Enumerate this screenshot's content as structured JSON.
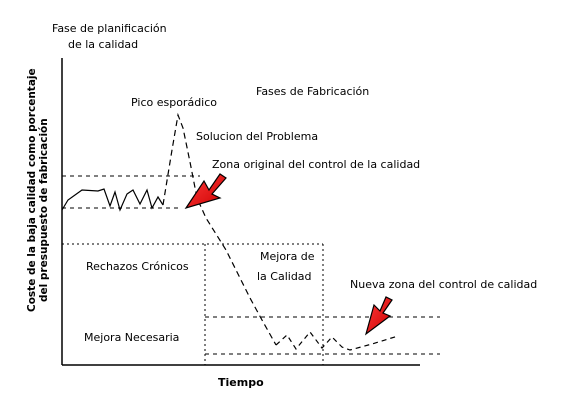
{
  "labels": {
    "planning_phase_line1": "Fase de planificación",
    "planning_phase_line2": "de la calidad",
    "manufacturing_phases": "Fases de Fabricación",
    "sporadic_peak": "Pico esporádico",
    "problem_solution": "Solucion del Problema",
    "original_zone": "Zona original del control de la calidad",
    "chronic_rejects": "Rechazos Crónicos",
    "quality_improvement_line1": "Mejora de",
    "quality_improvement_line2": "la Calidad",
    "new_zone": "Nueva zona del control de calidad",
    "needed_improvement": "Mejora Necesaria",
    "x_axis": "Tiempo",
    "y_axis_line1": "Coste de la baja calidad como porcentaje",
    "y_axis_line2": "del presupuesto de fabricación"
  },
  "colors": {
    "arrow": "#ff0000",
    "line": "#000000"
  }
}
